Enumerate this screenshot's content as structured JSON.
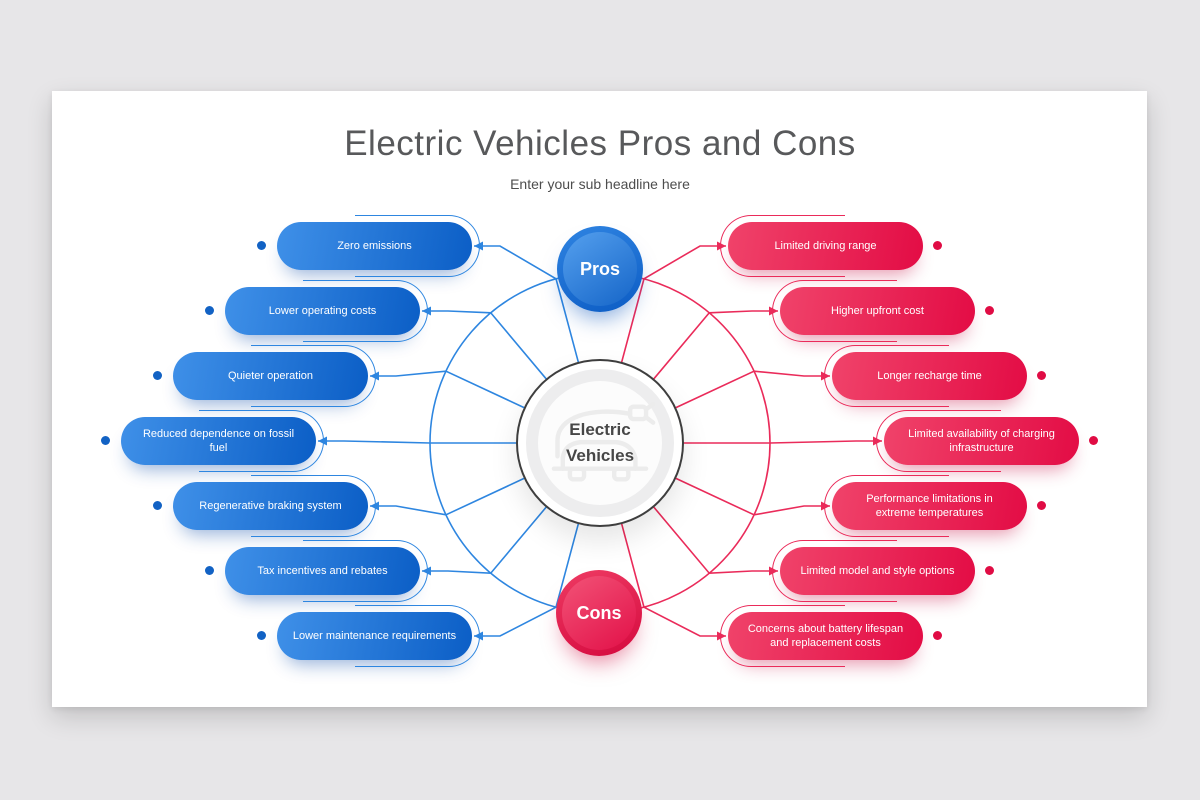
{
  "slide": {
    "title": "Electric Vehicles Pros and Cons",
    "subtitle": "Enter your sub headline here"
  },
  "diagram": {
    "center": {
      "label": "Electric Vehicles",
      "icon": "ev-car-charging-plug-icon"
    },
    "pros": {
      "label": "Pros",
      "items": [
        "Zero emissions",
        "Lower operating costs",
        "Quieter operation",
        "Reduced dependence on fossil fuel",
        "Regenerative braking system",
        "Tax incentives and rebates",
        "Lower maintenance requirements"
      ]
    },
    "cons": {
      "label": "Cons",
      "items": [
        "Limited driving range",
        "Higher upfront cost",
        "Longer recharge time",
        "Limited availability of charging infrastructure",
        "Performance limitations in extreme temperatures",
        "Limited model and style options",
        "Concerns about battery lifespan and replacement costs"
      ]
    },
    "colors": {
      "pro_fill_start": "#3f90e8",
      "pro_fill_end": "#0b5ec6",
      "pro_line": "#2e86e0",
      "pro_dot": "#1262c4",
      "con_fill_start": "#f0436a",
      "con_fill_end": "#e30c45",
      "con_line": "#ea2b5a",
      "con_dot": "#e00c44",
      "title_color": "#58595b"
    }
  }
}
